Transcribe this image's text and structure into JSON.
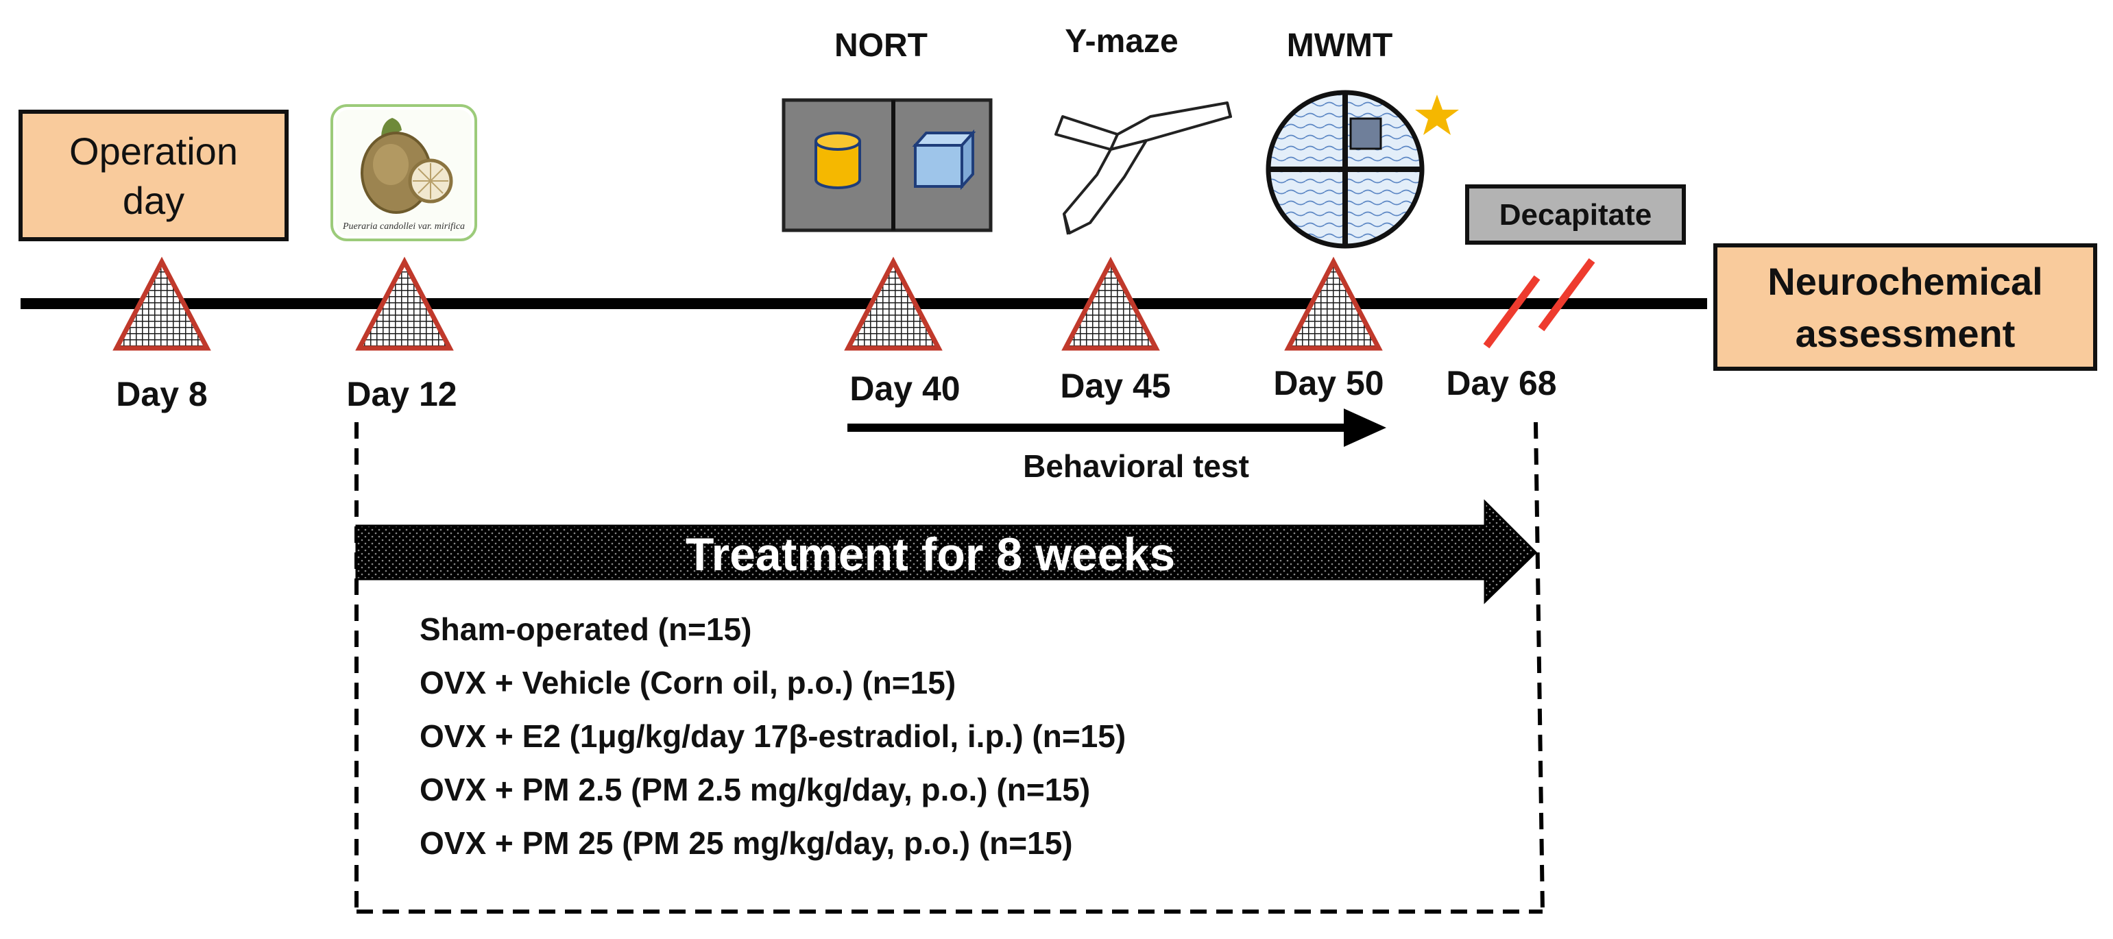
{
  "colors": {
    "box_fill": "#f9cb9c",
    "marker_border": "#c0392b",
    "decapitate_fill": "#b3b3b3",
    "nort_fill": "#808080",
    "cylinder_fill": "#f5b800",
    "cube_fill": "#9ec5ea",
    "star": "#f5b700",
    "break_marks": "#ee3b2e",
    "pool_fill": "#dbe9f7"
  },
  "operation_box": {
    "label_line1": "Operation",
    "label_line2": "day"
  },
  "plant_image": {
    "caption": "Pueraria candollei var. mirifica"
  },
  "tests": {
    "nort": "NORT",
    "ymaze": "Y-maze",
    "mwmt": "MWMT"
  },
  "decapitate": "Decapitate",
  "neuro_box": {
    "label_line1": "Neurochemical",
    "label_line2": "assessment"
  },
  "days": {
    "day8": "Day 8",
    "day12": "Day 12",
    "day40": "Day 40",
    "day45": "Day 45",
    "day50": "Day 50",
    "day68": "Day 68"
  },
  "behavioral_test": "Behavioral test",
  "treatment": "Treatment for 8 weeks",
  "groups": [
    "Sham-operated (n=15)",
    "OVX + Vehicle (Corn oil, p.o.) (n=15)",
    "OVX + E2 (1μg/kg/day 17β-estradiol, i.p.) (n=15)",
    "OVX + PM 2.5 (PM 2.5 mg/kg/day, p.o.) (n=15)",
    "OVX + PM 25 (PM 25 mg/kg/day, p.o.) (n=15)"
  ]
}
